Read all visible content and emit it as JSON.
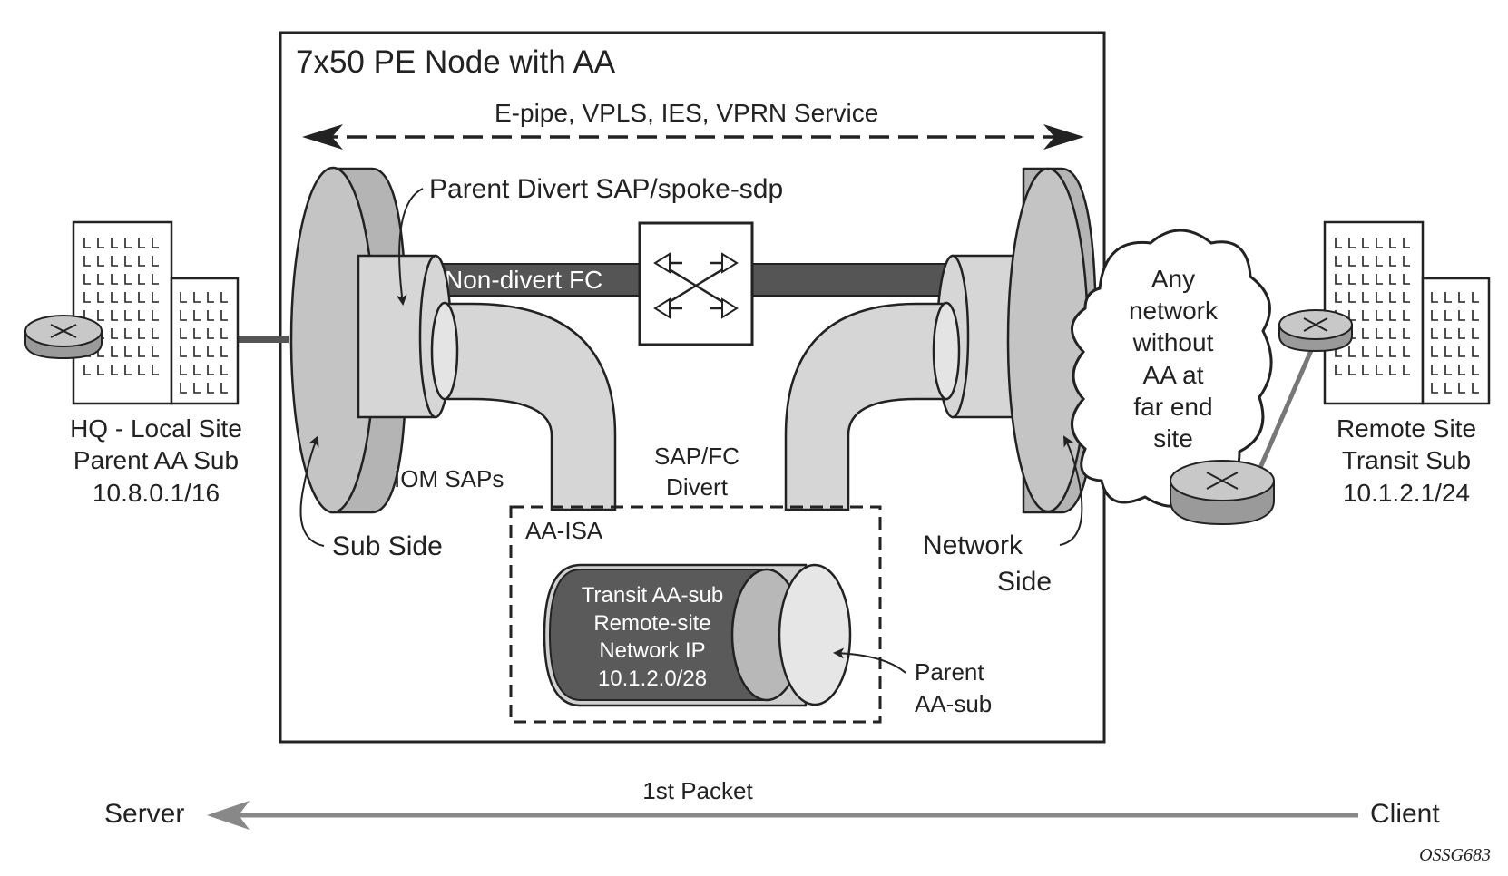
{
  "pe_node": {
    "title": "7x50 PE Node with AA",
    "service_label": "E-pipe, VPLS, IES, VPRN Service",
    "parent_divert_label": "Parent Divert SAP/spoke-sdp",
    "non_divert_label": "Non-divert FC",
    "iom_saps_label": "IOM SAPs",
    "sap_fc_divert": [
      "SAP/FC",
      "Divert"
    ],
    "sub_side_label": "Sub Side",
    "network_side": [
      "Network",
      "Side"
    ],
    "aa_isa": {
      "label": "AA-ISA",
      "transit_sub": [
        "Transit AA-sub",
        "Remote-site",
        "Network IP",
        "10.1.2.0/28"
      ],
      "parent_aa_sub": [
        "Parent",
        "AA-sub"
      ]
    }
  },
  "hq_site": {
    "lines": [
      "HQ - Local Site",
      "Parent AA Sub",
      "10.8.0.1/16"
    ]
  },
  "remote_site": {
    "lines": [
      "Remote Site",
      "Transit Sub",
      "10.1.2.1/24"
    ]
  },
  "cloud": {
    "lines": [
      "Any",
      "network",
      "without",
      "AA at",
      "far end",
      "site"
    ]
  },
  "flow": {
    "server": "Server",
    "client": "Client",
    "packet": "1st Packet"
  },
  "figure_id": "OSSG683",
  "colors": {
    "outline": "#222222",
    "disc_gray": "#b4b4b4",
    "pipe_light": "#d6d6d6",
    "pipe_dark": "#555555",
    "cylinder_dark": "#5a5a5a",
    "arrow_gray": "#888888"
  },
  "icons": [
    "building-icon",
    "router-icon",
    "switch-icon",
    "cloud-icon"
  ]
}
